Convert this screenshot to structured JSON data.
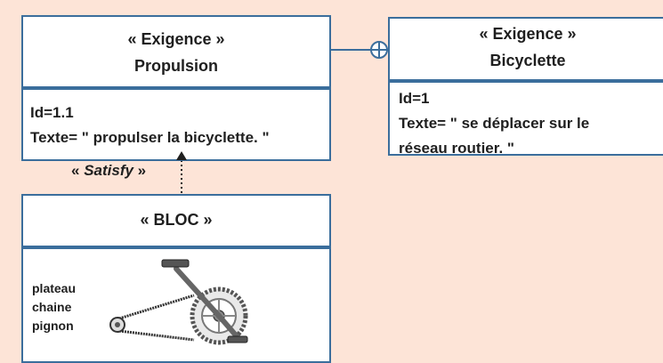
{
  "diagram": {
    "requirement_propulsion": {
      "stereotype": "« Exigence »",
      "name": "Propulsion",
      "id": "Id=1.1",
      "text": "Texte= \" propulser la bicyclette. \""
    },
    "requirement_bicyclette": {
      "stereotype": "« Exigence »",
      "name": "Bicyclette",
      "id": "Id=1",
      "text_line1": "Texte= \" se déplacer sur le",
      "text_line2": "réseau routier. \""
    },
    "satisfy_relation": {
      "open_guillemet": "« ",
      "keyword": "Satisfy",
      "close_guillemet": " »"
    },
    "block": {
      "stereotype": "« BLOC »",
      "parts": [
        "plateau",
        "chaine",
        "pignon"
      ],
      "image": "crankset-chain-illustration"
    },
    "colors": {
      "background": "#fde4d7",
      "border": "#3b6e9c",
      "text": "#1f1f1f"
    }
  }
}
